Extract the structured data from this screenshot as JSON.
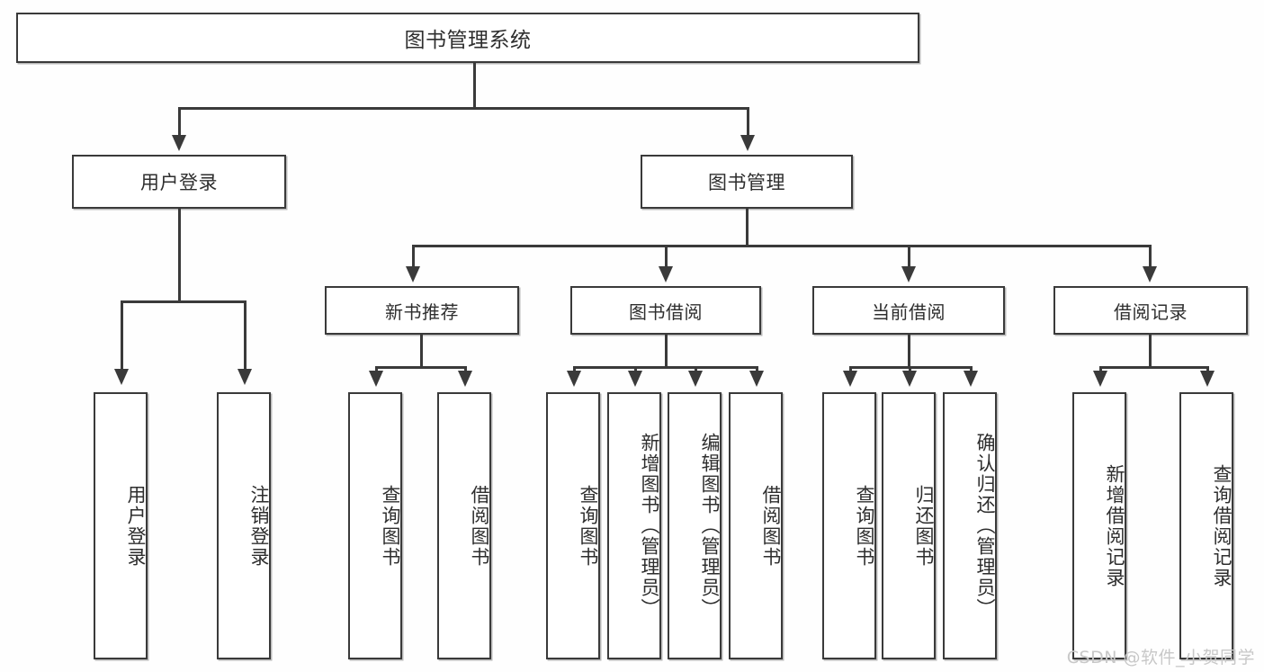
{
  "diagram": {
    "title": "图书管理系统",
    "watermark": "CSDN @软件_小贺同学",
    "line_color": "#3a3a3a",
    "box_fill": "#ffffff",
    "text_color": "#2e2e2e",
    "background": "#fefefe"
  },
  "nodes": {
    "root": {
      "label": "图书管理系统"
    },
    "level2": [
      {
        "label": "用户登录"
      },
      {
        "label": "图书管理"
      }
    ],
    "level3": [
      {
        "label": "新书推荐"
      },
      {
        "label": "图书借阅"
      },
      {
        "label": "当前借阅"
      },
      {
        "label": "借阅记录"
      }
    ],
    "leaves": {
      "user_login": [
        {
          "label": "用户登录"
        },
        {
          "label": "注销登录"
        }
      ],
      "new_books": [
        {
          "label": "查询图书"
        },
        {
          "label": "借阅图书"
        }
      ],
      "book_borrow": [
        {
          "label": "查询图书"
        },
        {
          "label": "新增图书（管理员）"
        },
        {
          "label": "编辑图书（管理员）"
        },
        {
          "label": "借阅图书"
        }
      ],
      "current_borrow": [
        {
          "label": "查询图书"
        },
        {
          "label": "归还图书"
        },
        {
          "label": "确认归还（管理员）"
        }
      ],
      "borrow_records": [
        {
          "label": "新增借阅记录"
        },
        {
          "label": "查询借阅记录"
        }
      ]
    }
  }
}
